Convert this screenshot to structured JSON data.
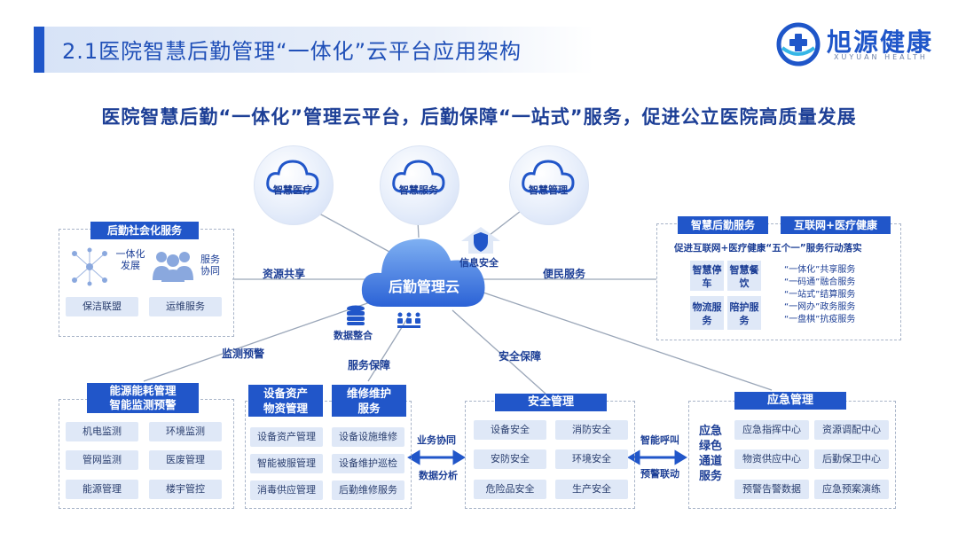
{
  "header": {
    "title": "2.1医院智慧后勤管理“一体化”云平台应用架构",
    "logo_name": "旭源健康",
    "logo_en": "XUYUAN HEALTH"
  },
  "subtitle": "医院智慧后勤“一体化”管理云平台，后勤保障“一站式”服务，促进公立医院高质量发展",
  "top_clouds": [
    "智慧医疗",
    "智慧服务",
    "智慧管理"
  ],
  "center": {
    "label": "后勤管理云",
    "info_security": "信息安全",
    "data_integration": "数据整合"
  },
  "connectors": {
    "resource_sharing": "资源共享",
    "convenience": "便民服务",
    "monitoring": "监测预警",
    "service_guarantee": "服务保障",
    "safety_guarantee": "安全保障",
    "business_collab": "业务协同",
    "data_analysis": "数据分析",
    "smart_call": "智能呼叫",
    "alarm_linkage": "预警联动"
  },
  "social_services": {
    "title": "后勤社会化服务",
    "item1": "一体化发展",
    "item2": "服务协同",
    "chip1": "保洁联盟",
    "chip2": "运维服务"
  },
  "smart_logistics": {
    "tab1": "智慧后勤服务",
    "tab2": "互联网+医疗健康",
    "line": "促进互联网+医疗健康“五个一”服务行动落实",
    "chips": [
      "智慧停车",
      "智慧餐饮",
      "物流服务",
      "陪护服务"
    ],
    "services": [
      "“一体化”共享服务",
      "“一码通”融合服务",
      "“一站式”结算服务",
      "“一网办”政务服务",
      "“一盘棋”抗疫服务"
    ]
  },
  "energy": {
    "title_line1": "能源能耗管理",
    "title_line2": "智能监测预警",
    "items": [
      "机电监测",
      "环境监测",
      "管网监测",
      "医废管理",
      "能源管理",
      "楼宇管控"
    ]
  },
  "assets": {
    "title_line1": "设备资产",
    "title_line2": "物资管理",
    "items": [
      "设备资产管理",
      "智能被服管理",
      "消毒供应管理"
    ]
  },
  "maintenance": {
    "title_line1": "维修维护",
    "title_line2": "服务",
    "items": [
      "设备设施维修",
      "设备维护巡检",
      "后勤维修服务"
    ]
  },
  "safety": {
    "title": "安全管理",
    "items": [
      "设备安全",
      "消防安全",
      "安防安全",
      "环境安全",
      "危险品安全",
      "生产安全"
    ]
  },
  "emergency": {
    "title": "应急管理",
    "side_label": "应急绿色通道服务",
    "items": [
      "应急指挥中心",
      "资源调配中心",
      "物资供应中心",
      "后勤保卫中心",
      "预警告警数据",
      "应急预案演练"
    ]
  },
  "colors": {
    "primary": "#2156c9",
    "chip": "#dfe8f7",
    "text_dark": "#1d3f96"
  }
}
